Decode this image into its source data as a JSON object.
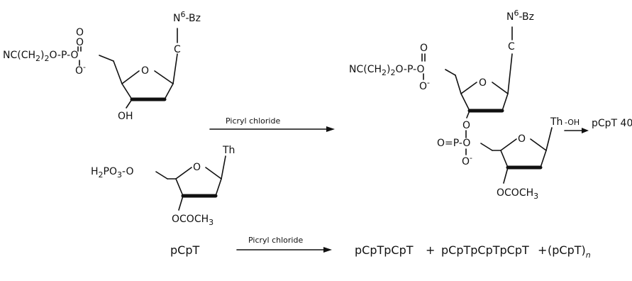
{
  "reactant1": {
    "nc_group": "NC(CH",
    "nc_sub": "2",
    "nc_tail": ")",
    "nc_sub2": "2",
    "chain": "O-P-O",
    "oxo": "O",
    "oxo2": "O",
    "oxy_minus": "O",
    "minus": "-",
    "ring_o": "O",
    "base_n": "N",
    "base_n_sup": "6",
    "base_bz": "-Bz",
    "base_c": "C",
    "hydroxyl": "OH"
  },
  "reactant2": {
    "phosphate": "H",
    "phosphate_sub1": "2",
    "phosphate_mid": "PO",
    "phosphate_sub2": "3",
    "phosphate_tail": "-O",
    "ring_o": "O",
    "base": "Th",
    "ester": "OCOCH",
    "ester_sub": "3"
  },
  "arrow1": {
    "reagent": "Picryl  chloride"
  },
  "product": {
    "nc_group": "NC(CH",
    "nc_sub": "2",
    "nc_tail": ")",
    "nc_sub2": "2",
    "chain": "O-P-O",
    "oxo": "O",
    "oxy_minus": "O",
    "minus": "-",
    "ring_o": "O",
    "base_n": "N",
    "base_n_sup": "6",
    "base_bz": "-Bz",
    "base_c": "C",
    "link_o": "O",
    "link_p": "O=P-O",
    "link_o_minus": "O",
    "ring2_o": "O",
    "base2": "Th",
    "ester": "OCOCH",
    "ester_sub": "3"
  },
  "arrow2": {
    "reagent": "-OH"
  },
  "result": {
    "text": "pCpT 40%"
  },
  "polymerization": {
    "start": "pCpT",
    "reagent": "Picryl  chloride",
    "product_a": "pCpTpCpT",
    "plus1": "+",
    "product_b": "pCpTpCpTpCpT",
    "plus2": "+",
    "product_c": "(pCpT)",
    "product_c_sub": "n"
  }
}
